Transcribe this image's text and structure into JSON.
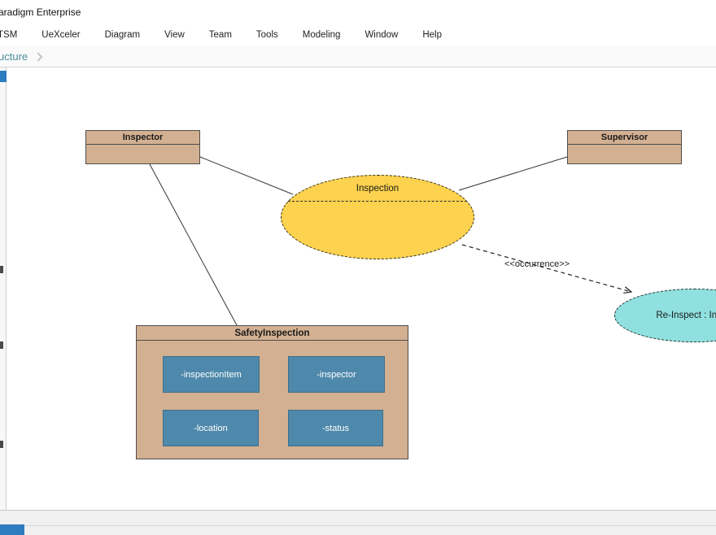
{
  "window": {
    "title": "aradigm Enterprise"
  },
  "menu": {
    "items": [
      {
        "label": "TSM"
      },
      {
        "label": "UeXceler"
      },
      {
        "label": "Diagram"
      },
      {
        "label": "View"
      },
      {
        "label": "Team"
      },
      {
        "label": "Tools"
      },
      {
        "label": "Modeling"
      },
      {
        "label": "Window"
      },
      {
        "label": "Help"
      }
    ]
  },
  "breadcrumb": {
    "label": "ucture"
  },
  "diagram": {
    "classes": [
      {
        "name": "Inspector"
      },
      {
        "name": "Supervisor"
      }
    ],
    "collaborations": [
      {
        "name": "Inspection"
      },
      {
        "name": "Re-Inspect : Inspe"
      }
    ],
    "container": {
      "name": "SafetyInspection",
      "attributes": [
        {
          "label": "-inspectionItem"
        },
        {
          "label": "-inspector"
        },
        {
          "label": "-location"
        },
        {
          "label": "-status"
        }
      ]
    },
    "occurrence_label": "<<occurrence>>",
    "colors": {
      "class_fill": "#d3b091",
      "collaboration_fill": "#fcd24e",
      "reinspect_fill": "#8fe0df",
      "attribute_fill": "#4e89ab",
      "accent_blue": "#2e7cc0",
      "breadcrumb_text": "#4d8d99"
    }
  }
}
